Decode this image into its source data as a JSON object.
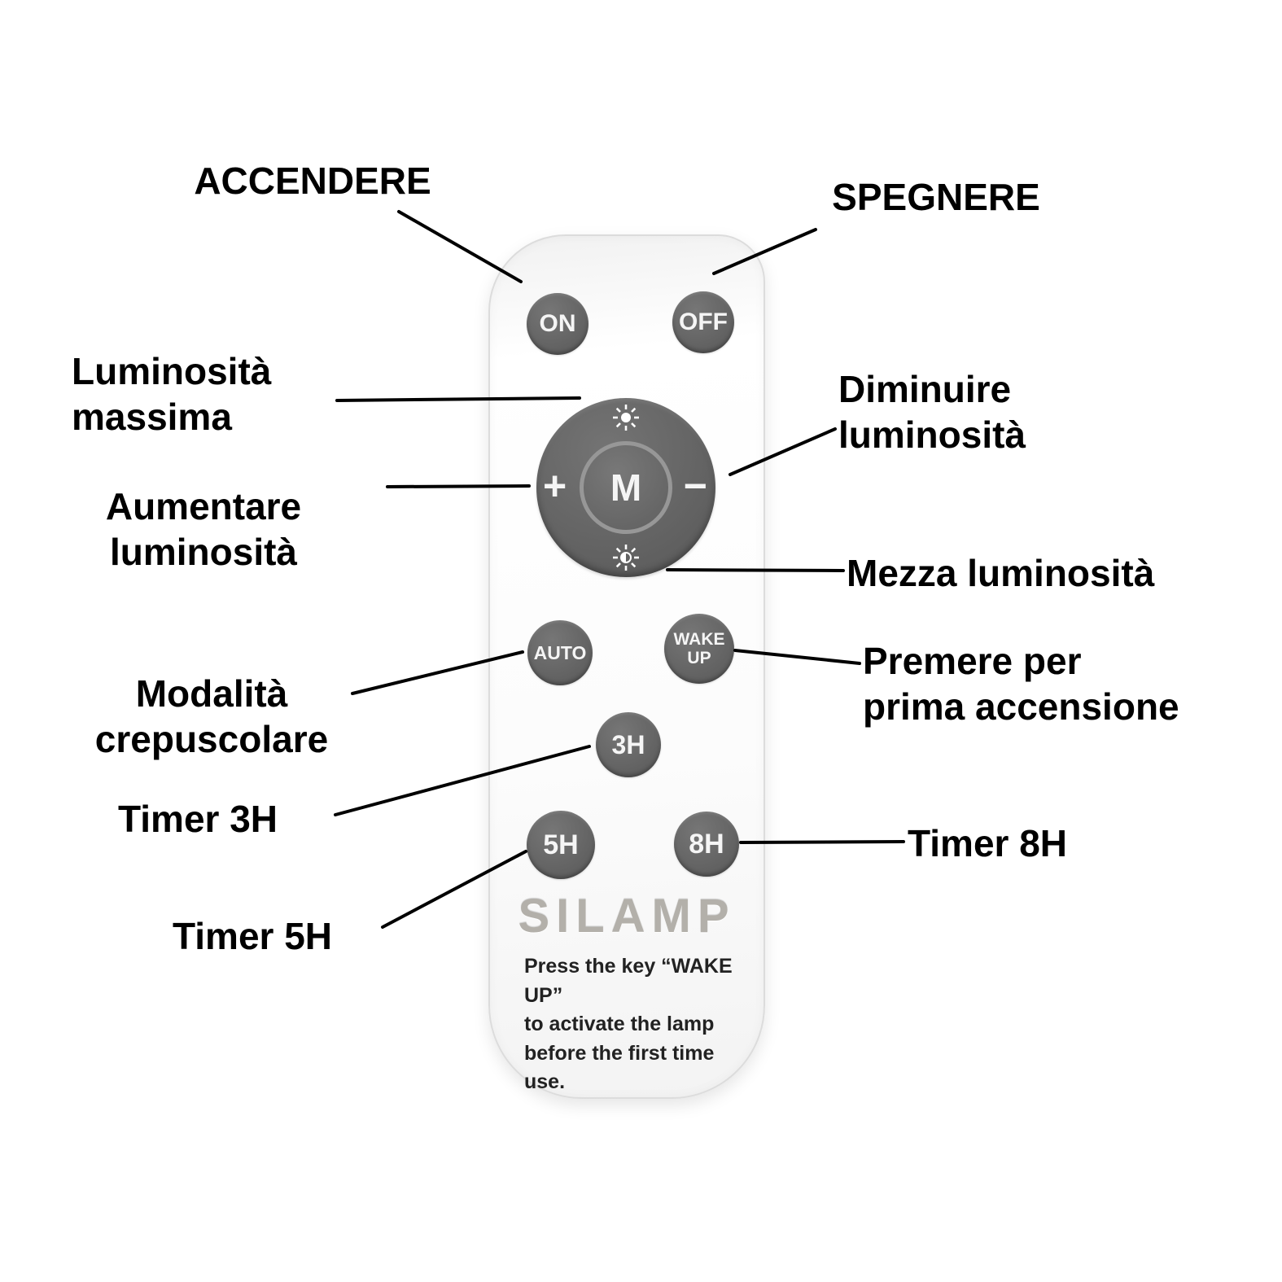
{
  "labels": {
    "accendere": "ACCENDERE",
    "spegnere": "SPEGNERE",
    "luminosita_massima": "Luminosità\nmassima",
    "aumentare_luminosita": "Aumentare\nluminosità",
    "modalita_crepuscolare": "Modalità\ncrepuscolare",
    "timer_3h": "Timer 3H",
    "timer_5h": "Timer 5H",
    "diminuire_luminosita": "Diminuire\nluminosità",
    "mezza_luminosita": "Mezza luminosità",
    "premere_prima_accensione": "Premere per\nprima accensione",
    "timer_8h": "Timer 8H"
  },
  "remote": {
    "buttons": {
      "on": "ON",
      "off": "OFF",
      "increase": "+",
      "mode": "M",
      "decrease": "−",
      "auto": "AUTO",
      "wake_up": "WAKE\nUP",
      "timer_3h": "3H",
      "timer_5h": "5H",
      "timer_8h": "8H"
    },
    "icons": {
      "top": "max-brightness-icon",
      "bottom": "half-brightness-icon"
    },
    "brand": "SILAMP",
    "instructions": "Press the key “WAKE UP”\nto activate the lamp\nbefore the first time\nuse."
  },
  "colors": {
    "label_text": "#000000",
    "button_gray": "#666666",
    "button_text": "#f5f5f5",
    "remote_body": "#fbfbfb",
    "brand_gray": "#b3b0aa"
  }
}
